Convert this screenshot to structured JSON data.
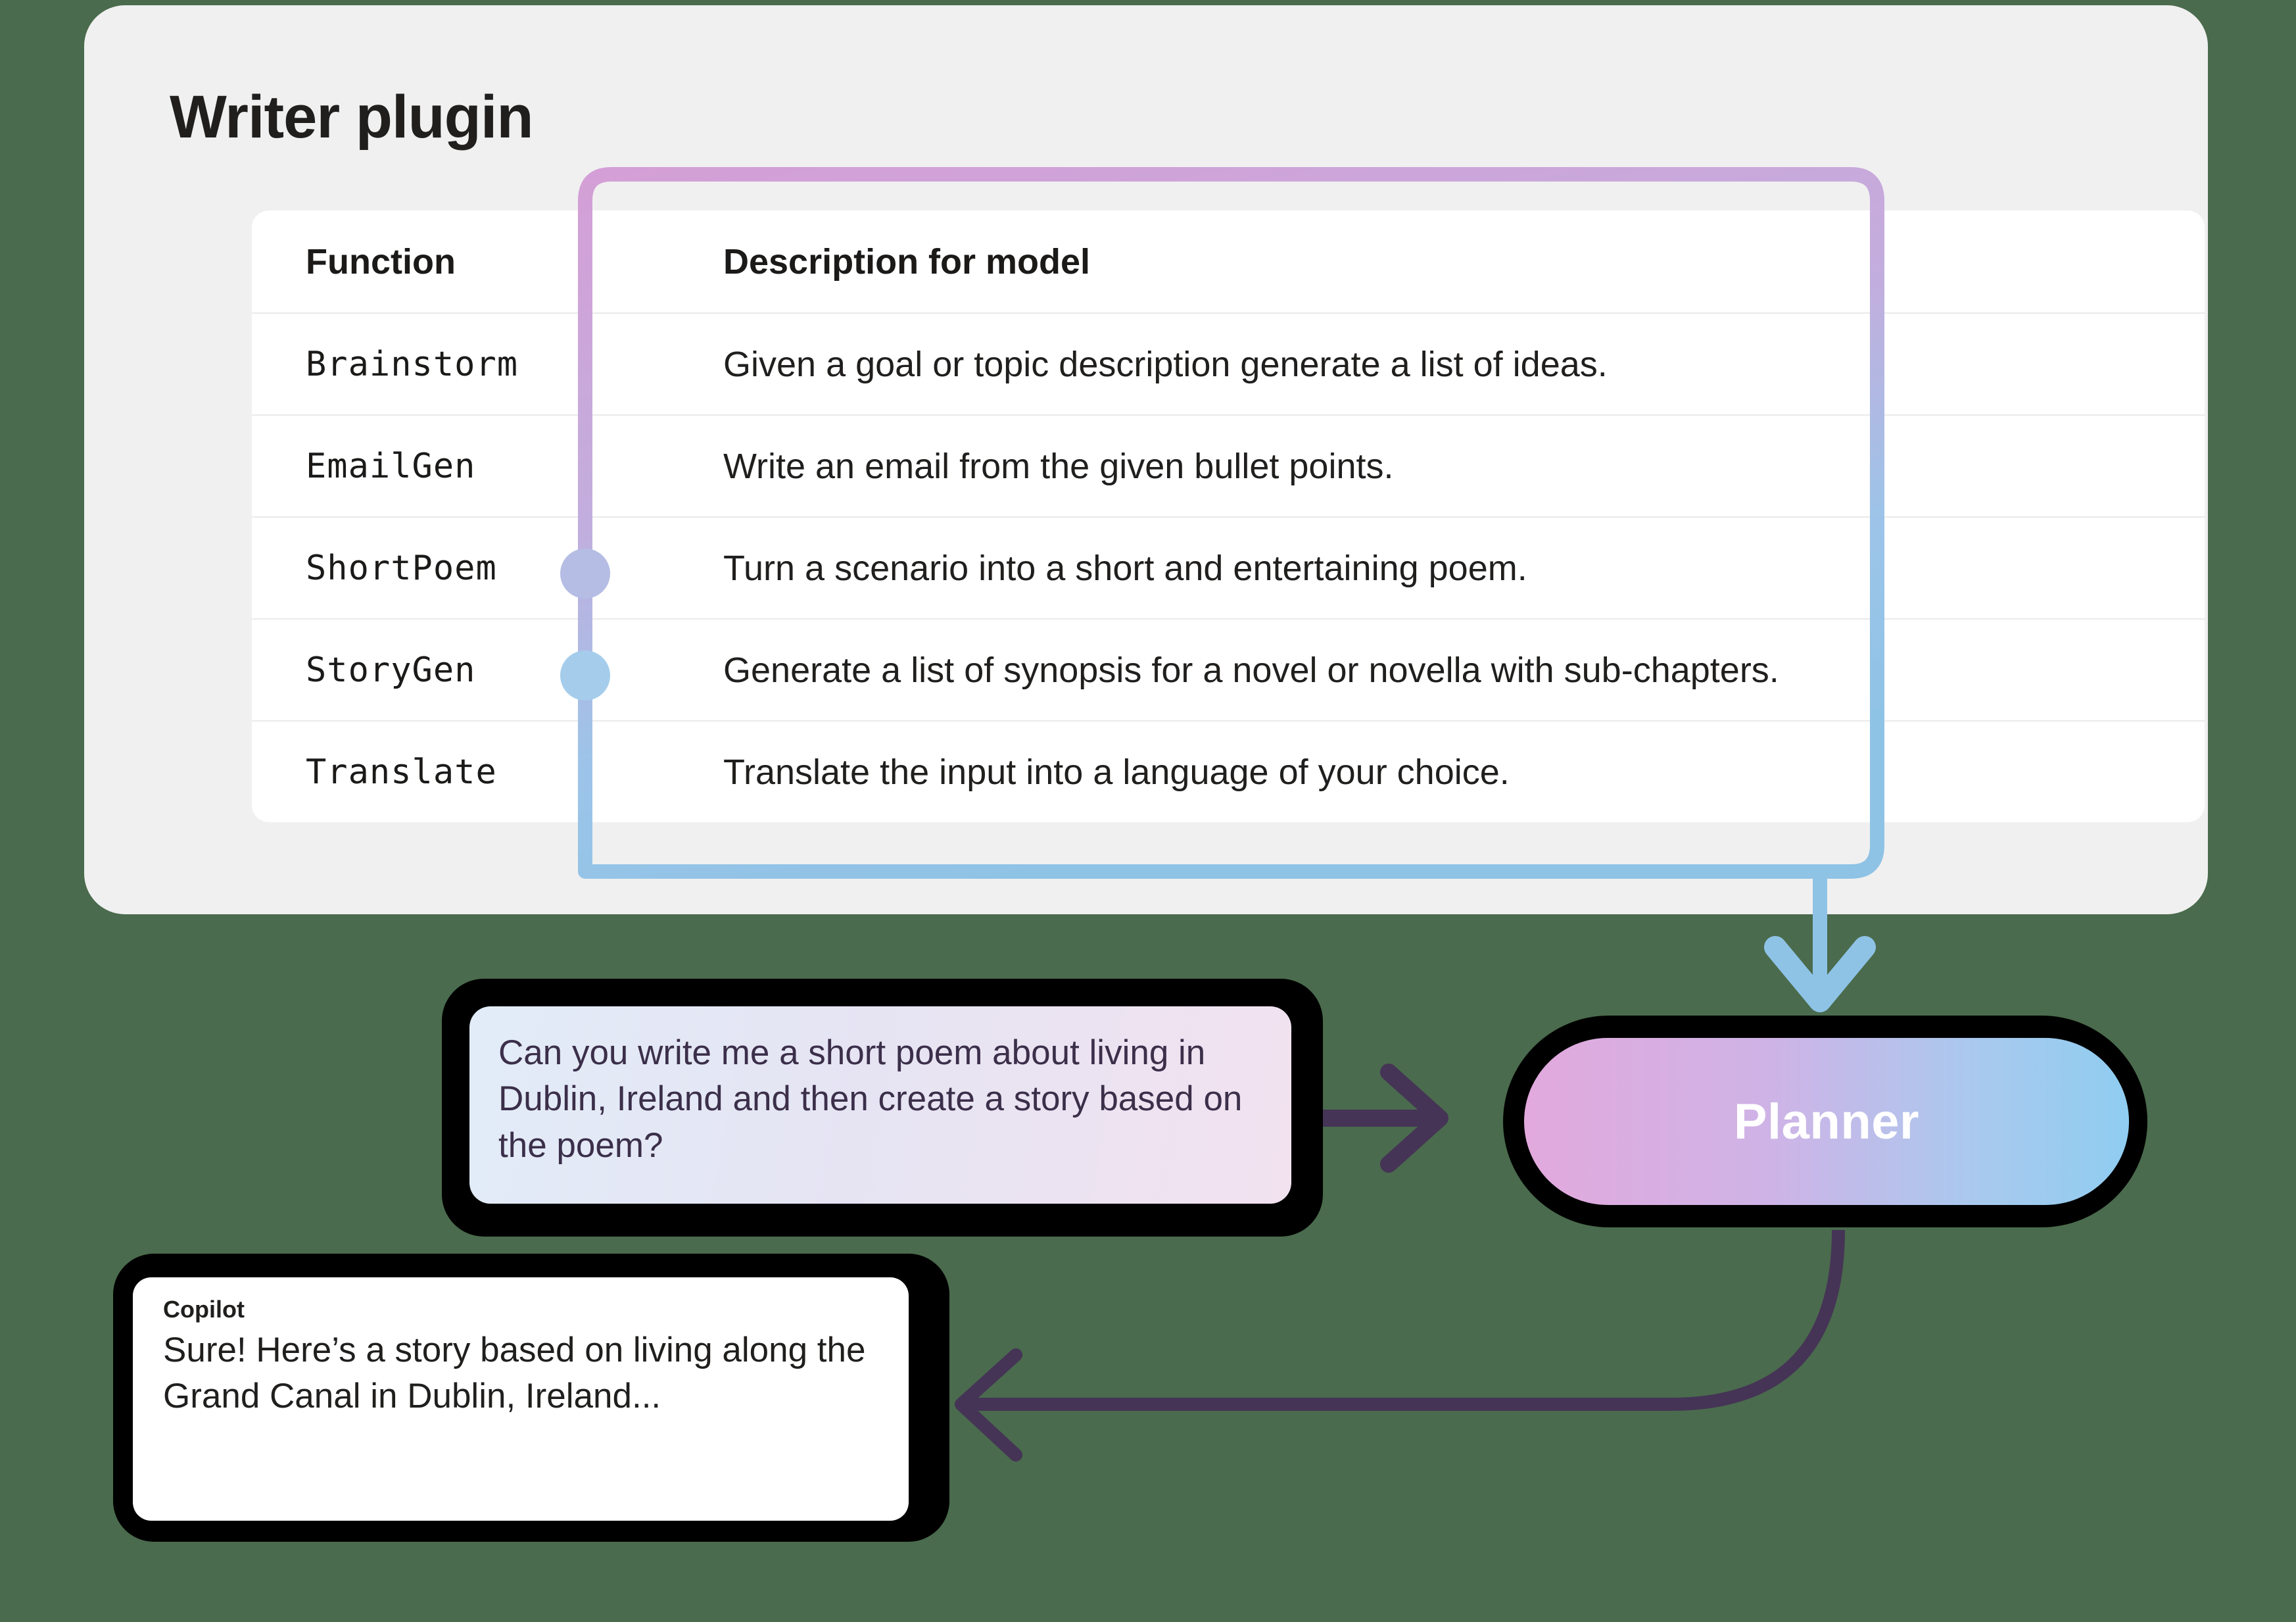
{
  "background_color": "#4a6b4d",
  "plugin_card": {
    "title": "Writer plugin",
    "background_color": "#f0f0f0"
  },
  "table": {
    "columns": [
      "Function",
      "Description for model"
    ],
    "rows": [
      {
        "function": "Brainstorm",
        "description": "Given a goal or topic description generate a list of ideas.",
        "has_dot": false
      },
      {
        "function": "EmailGen",
        "description": "Write an email from the given bullet points.",
        "has_dot": false
      },
      {
        "function": "ShortPoem",
        "description": "Turn a scenario into a short and entertaining poem.",
        "has_dot": true
      },
      {
        "function": "StoryGen",
        "description": "Generate a list of synopsis for a novel or novella with sub-chapters.",
        "has_dot": true
      },
      {
        "function": "Translate",
        "description": "Translate the input into a language of your choice.",
        "has_dot": false
      }
    ]
  },
  "connector": {
    "gradient_start_color": "#d49fd6",
    "gradient_end_color": "#8fc3e6",
    "dot_shortpoem_color": "#b5bde4",
    "dot_storygen_color": "#a5cdeb",
    "arrow_color": "#8fc3e6"
  },
  "user_message": {
    "text": "Can you write me a short poem about living in Dublin, Ireland and then create a story based on the poem?",
    "gradient_start_color": "#e2ecf8",
    "gradient_end_color": "#f2e2f0",
    "text_color": "#3b2f4a"
  },
  "planner": {
    "label": "Planner",
    "gradient_start_color": "#e2a9dd",
    "gradient_end_color": "#8fcdf0",
    "text_color": "#ffffff"
  },
  "copilot_message": {
    "sender": "Copilot",
    "text": "Sure! Here’s a story based on living along the Grand Canal in Dublin, Ireland...",
    "background_color": "#ffffff"
  },
  "arrows": {
    "user_to_planner_color": "#453456",
    "planner_to_copilot_color": "#453456",
    "plugin_to_planner_color": "#8fc3e6"
  }
}
